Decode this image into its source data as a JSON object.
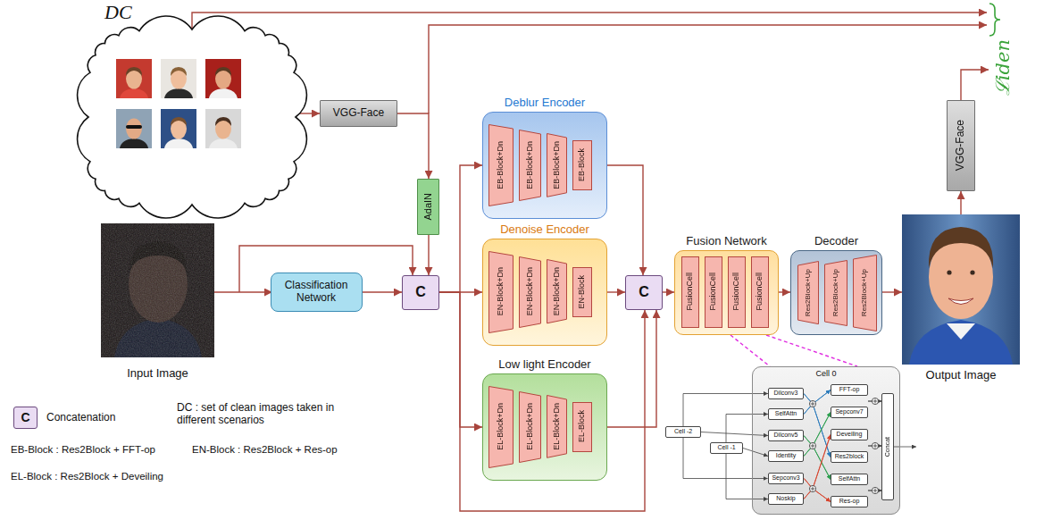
{
  "diagram": {
    "nodes": [
      {
        "text": [
          "DC"
        ]
      },
      {
        "text": [
          "VGG-Face"
        ]
      },
      {
        "text": [
          "AdaIN"
        ]
      },
      {
        "text": [
          "Classification Network"
        ]
      },
      {
        "text": [
          "C"
        ]
      },
      {
        "text": [
          "Deblur Encoder"
        ]
      },
      {
        "text": [
          "EB-Block+Dn"
        ],
        "in": 5
      },
      {
        "text": [
          "EB-Block+Dn"
        ],
        "in": 5
      },
      {
        "text": [
          "EB-Block+Dn"
        ],
        "in": 5
      },
      {
        "text": [
          "EB-Block"
        ],
        "in": 5
      },
      {
        "text": [
          "Denoise Encoder"
        ]
      },
      {
        "text": [
          "EN-Block+Dn"
        ],
        "in": 10
      },
      {
        "text": [
          "EN-Block+Dn"
        ],
        "in": 10
      },
      {
        "text": [
          "EN-Block+Dn"
        ],
        "in": 10
      },
      {
        "text": [
          "EN-Block"
        ],
        "in": 10
      },
      {
        "text": [
          "Low light Encoder"
        ]
      },
      {
        "text": [
          "EL-Block+Dn"
        ],
        "in": 15
      },
      {
        "text": [
          "EL-Block+Dn"
        ],
        "in": 15
      },
      {
        "text": [
          "EL-Block+Dn"
        ],
        "in": 15
      },
      {
        "text": [
          "EL-Block"
        ],
        "in": 15
      },
      {
        "text": [
          "C"
        ]
      },
      {
        "text": [
          "Fusion Network"
        ]
      },
      {
        "text": [
          "FusionCell"
        ],
        "in": 21
      },
      {
        "text": [
          "FusionCell"
        ],
        "in": 21
      },
      {
        "text": [
          "FusionCell"
        ],
        "in": 21
      },
      {
        "text": [
          "FusionCell"
        ],
        "in": 21
      },
      {
        "text": [
          "Decoder"
        ]
      },
      {
        "text": [
          "Res2Block+Up"
        ],
        "in": 26
      },
      {
        "text": [
          "Res2Block+Up"
        ],
        "in": 26
      },
      {
        "text": [
          "Res2Block+Up"
        ],
        "in": 26
      },
      {
        "text": [
          "VGG-Face"
        ]
      },
      {
        "text": [
          "Cell -2"
        ]
      },
      {
        "text": [
          "Cell -1"
        ]
      },
      {
        "text": [
          "Cell 0"
        ]
      },
      {
        "text": [
          "Dilconv3"
        ],
        "in": 33
      },
      {
        "text": [
          "SelfAttn"
        ],
        "in": 33
      },
      {
        "text": [
          "Dilconv5"
        ],
        "in": 33
      },
      {
        "text": [
          "Identity"
        ],
        "in": 33
      },
      {
        "text": [
          "Sepconv3"
        ],
        "in": 33
      },
      {
        "text": [
          "Noskip"
        ],
        "in": 33
      },
      {
        "text": [
          "FFT-op"
        ],
        "in": 33
      },
      {
        "text": [
          "Sepconv7"
        ],
        "in": 33
      },
      {
        "text": [
          "Deveiling"
        ],
        "in": 33
      },
      {
        "text": [
          "Res2block"
        ],
        "in": 33
      },
      {
        "text": [
          "SelfAttn"
        ],
        "in": 33
      },
      {
        "text": [
          "Res-op"
        ],
        "in": 33
      },
      {
        "text": [
          "Concat"
        ],
        "in": 33
      },
      {
        "text": [
          "C"
        ]
      }
    ],
    "edges": [
      {
        "from": 0,
        "to": 1,
        "arrow": "to"
      },
      {
        "from": 1,
        "to": 2,
        "arrow": "to"
      },
      {
        "from": 2,
        "to": 4,
        "arrow": "to"
      },
      {
        "from": 3,
        "to": 4,
        "arrow": "to"
      },
      {
        "from": 4,
        "to": 5,
        "arrow": "to"
      },
      {
        "from": 4,
        "to": 10,
        "arrow": "to"
      },
      {
        "from": 4,
        "to": 15,
        "arrow": "to"
      },
      {
        "from": 4,
        "to": 20,
        "arrow": "to"
      },
      {
        "from": 5,
        "to": 20,
        "arrow": "to"
      },
      {
        "from": 10,
        "to": 20,
        "arrow": "to"
      },
      {
        "from": 15,
        "to": 20,
        "arrow": "to"
      },
      {
        "from": 20,
        "to": 21,
        "arrow": "to"
      },
      {
        "from": 21,
        "to": 26,
        "arrow": "to"
      },
      {
        "from": 21,
        "to": 33,
        "arrow": "none"
      },
      {
        "from": 21,
        "to": 33,
        "arrow": "none"
      },
      {
        "from": 31,
        "to": 34,
        "arrow": "to"
      },
      {
        "from": 31,
        "to": 36,
        "arrow": "to"
      },
      {
        "from": 31,
        "to": 38,
        "arrow": "to"
      },
      {
        "from": 32,
        "to": 35,
        "arrow": "to"
      },
      {
        "from": 32,
        "to": 37,
        "arrow": "to"
      },
      {
        "from": 32,
        "to": 39,
        "arrow": "to"
      },
      {
        "from": 34,
        "to": 40,
        "arrow": "to"
      },
      {
        "from": 34,
        "to": 43,
        "arrow": "to"
      },
      {
        "from": 35,
        "to": 40,
        "arrow": "to"
      },
      {
        "from": 35,
        "to": 43,
        "arrow": "to"
      },
      {
        "from": 36,
        "to": 41,
        "arrow": "to"
      },
      {
        "from": 36,
        "to": 44,
        "arrow": "to"
      },
      {
        "from": 37,
        "to": 41,
        "arrow": "to"
      },
      {
        "from": 37,
        "to": 44,
        "arrow": "to"
      },
      {
        "from": 38,
        "to": 42,
        "arrow": "to"
      },
      {
        "from": 38,
        "to": 45,
        "arrow": "to"
      },
      {
        "from": 39,
        "to": 42,
        "arrow": "to"
      },
      {
        "from": 39,
        "to": 45,
        "arrow": "to"
      },
      {
        "from": 40,
        "to": 46,
        "arrow": "to"
      },
      {
        "from": 41,
        "to": 46,
        "arrow": "to"
      },
      {
        "from": 42,
        "to": 46,
        "arrow": "to"
      },
      {
        "from": 43,
        "to": 46,
        "arrow": "to"
      },
      {
        "from": 44,
        "to": 46,
        "arrow": "to"
      },
      {
        "from": 45,
        "to": 46,
        "arrow": "to"
      }
    ],
    "labels": [
      "Input Image",
      "Output Image",
      "ℒiden",
      "Concatenation",
      "DC : set of clean images taken in different scenarios",
      "EB-Block : Res2Block + FFT-op",
      "EN-Block : Res2Block + Res-op",
      "EL-Block : Res2Block + Deveiling"
    ]
  }
}
